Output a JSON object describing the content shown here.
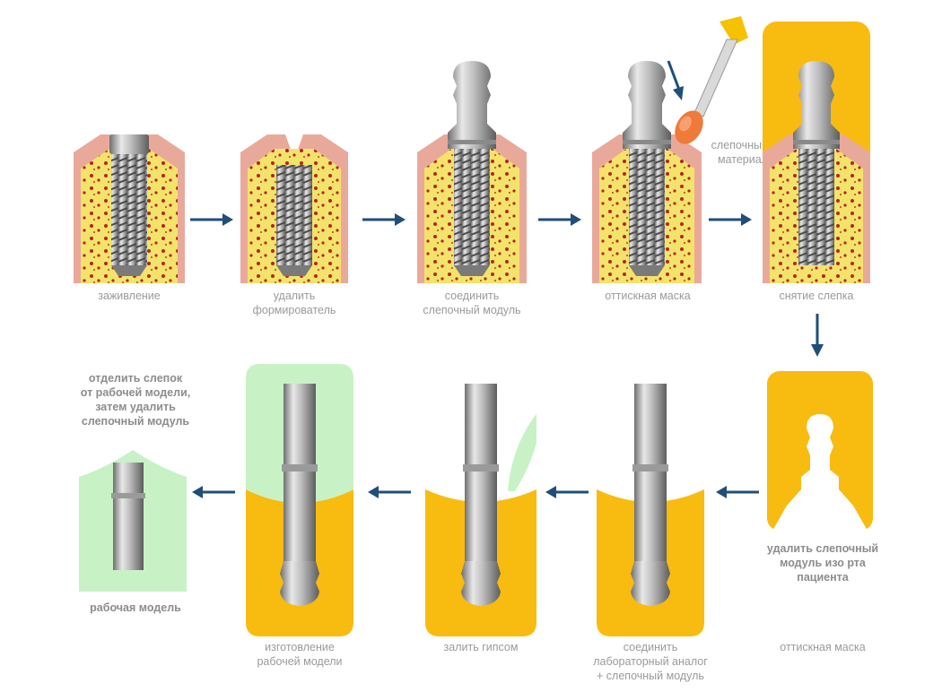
{
  "colors": {
    "arrow": "#1f4e79",
    "bone": "#f3e36a",
    "marrow": "#b3241f",
    "gum": "#e9a99a",
    "impression": "#f8bb10",
    "stone": "#c8f2c6",
    "metal": "#a6a6a6",
    "label": "#9a9a9a"
  },
  "top_row": [
    {
      "caption": "заживление"
    },
    {
      "caption": "удалить\nформирователь"
    },
    {
      "caption": "соединить\nслепочный модуль"
    },
    {
      "caption": "оттискная маска"
    },
    {
      "caption": "снятие слепка"
    }
  ],
  "side_label": "слепочный\nматериал",
  "bottom_row": [
    {
      "caption": "оттискная маска",
      "note": "удалить слепочный\nмодуль изо рта\nпациента"
    },
    {
      "caption": "соединить\nлабораторный аналог\n+ слепочный модуль"
    },
    {
      "caption": "залить гипсом"
    },
    {
      "caption": "изготовление\nрабочей модели"
    },
    {
      "caption": "рабочая модель",
      "note": "отделить слепок\nот рабочей модели,\nзатем удалить\nслепочный модуль"
    }
  ]
}
